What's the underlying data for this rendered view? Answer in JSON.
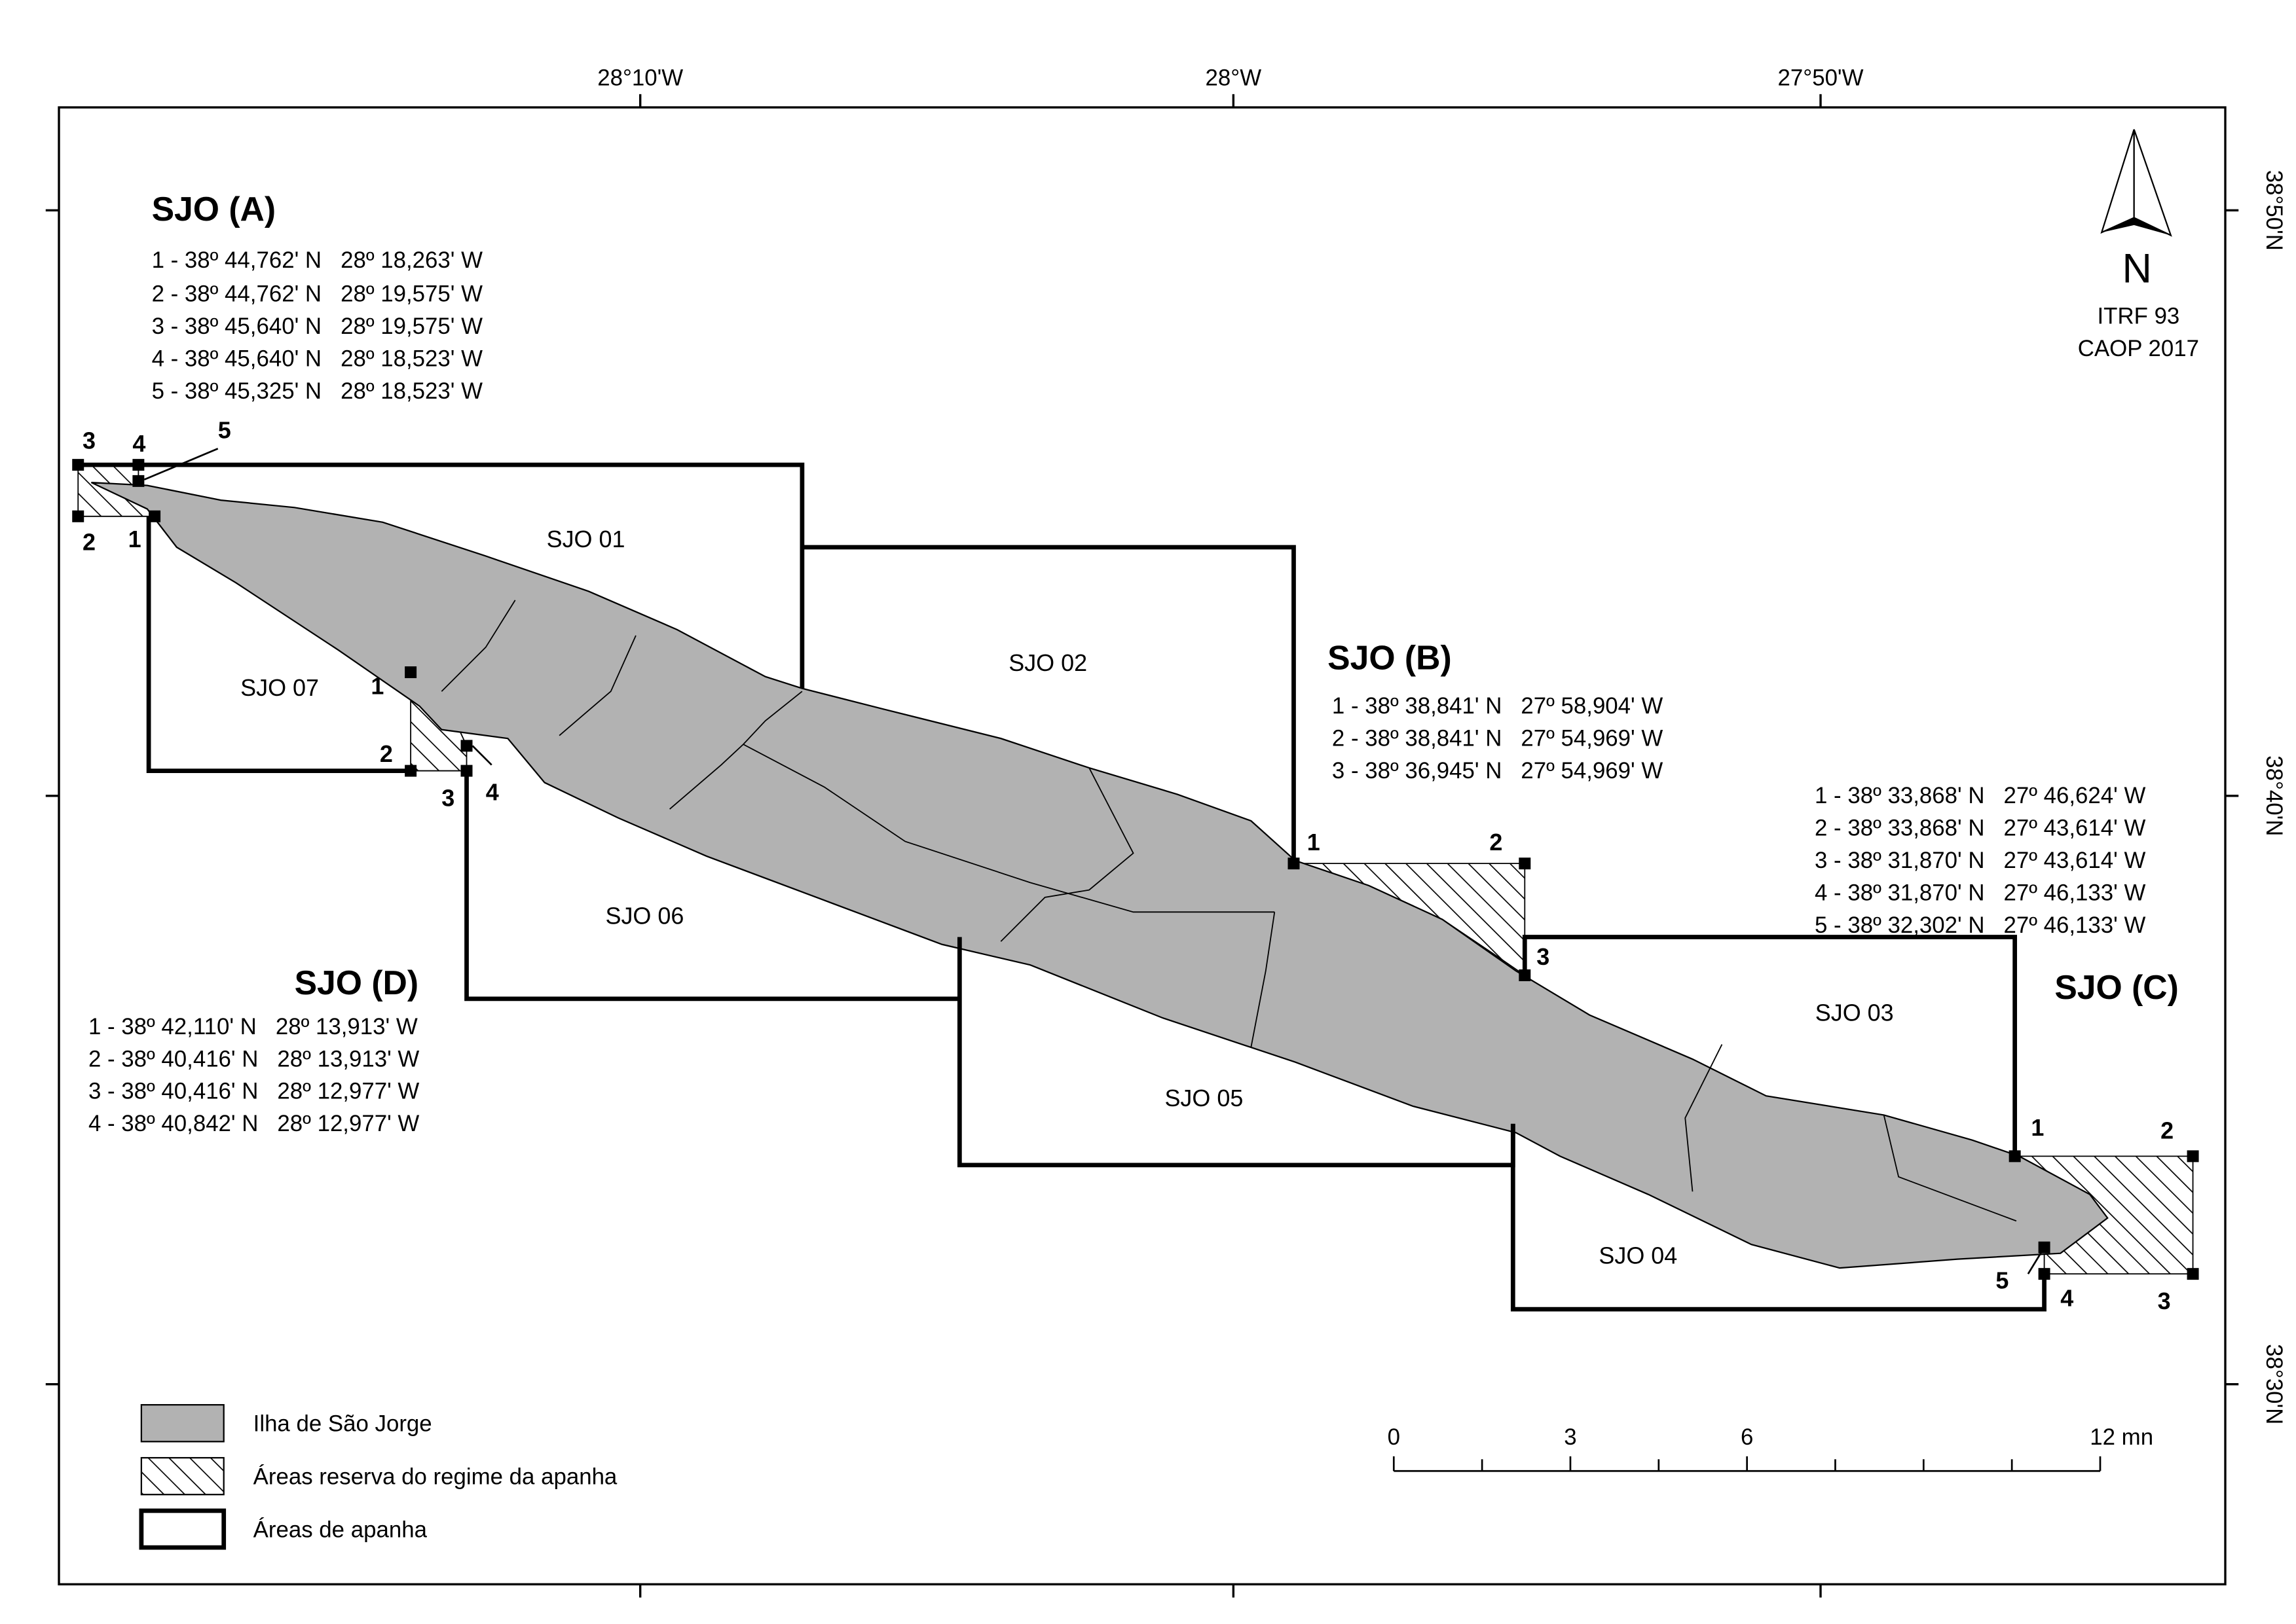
{
  "graticule": {
    "top": [
      "28°10'W",
      "28°W",
      "27°50'W"
    ],
    "right": [
      "38°50'N",
      "38°40'N",
      "38°30'N"
    ]
  },
  "north": {
    "letter": "N",
    "datum": "ITRF 93",
    "source": "CAOP 2017"
  },
  "zones": [
    "SJO 01",
    "SJO 02",
    "SJO 03",
    "SJO 04",
    "SJO 05",
    "SJO 06",
    "SJO 07"
  ],
  "reserves": {
    "A": {
      "title": "SJO (A)",
      "points": [
        "1 - 38º 44,762' N   28º 18,263' W",
        "2 - 38º 44,762' N   28º 19,575' W",
        "3 - 38º 45,640' N   28º 19,575' W",
        "4 - 38º 45,640' N   28º 18,523' W",
        "5 - 38º 45,325' N   28º 18,523' W"
      ]
    },
    "B": {
      "title": "SJO (B)",
      "points": [
        "1 - 38º 38,841' N   27º 58,904' W",
        "2 - 38º 38,841' N   27º 54,969' W",
        "3 - 38º 36,945' N   27º 54,969' W"
      ]
    },
    "C": {
      "title": "SJO (C)",
      "points": [
        "1 - 38º 33,868' N   27º 46,624' W",
        "2 - 38º 33,868' N   27º 43,614' W",
        "3 - 38º 31,870' N   27º 43,614' W",
        "4 - 38º 31,870' N   27º 46,133' W",
        "5 - 38º 32,302' N   27º 46,133' W"
      ]
    },
    "D": {
      "title": "SJO (D)",
      "points": [
        "1 - 38º 42,110' N   28º 13,913' W",
        "2 - 38º 40,416' N   28º 13,913' W",
        "3 - 38º 40,416' N   28º 12,977' W",
        "4 - 38º 40,842' N   28º 12,977' W"
      ]
    }
  },
  "markers": [
    "1",
    "2",
    "3",
    "4",
    "5"
  ],
  "legend": [
    "Ilha de São Jorge",
    "Áreas reserva do regime da apanha",
    "Áreas de apanha"
  ],
  "scale": {
    "labels": [
      "0",
      "3",
      "6",
      "12 mn"
    ]
  },
  "colors": {
    "island": "#b2b2b2",
    "line": "#000000"
  }
}
